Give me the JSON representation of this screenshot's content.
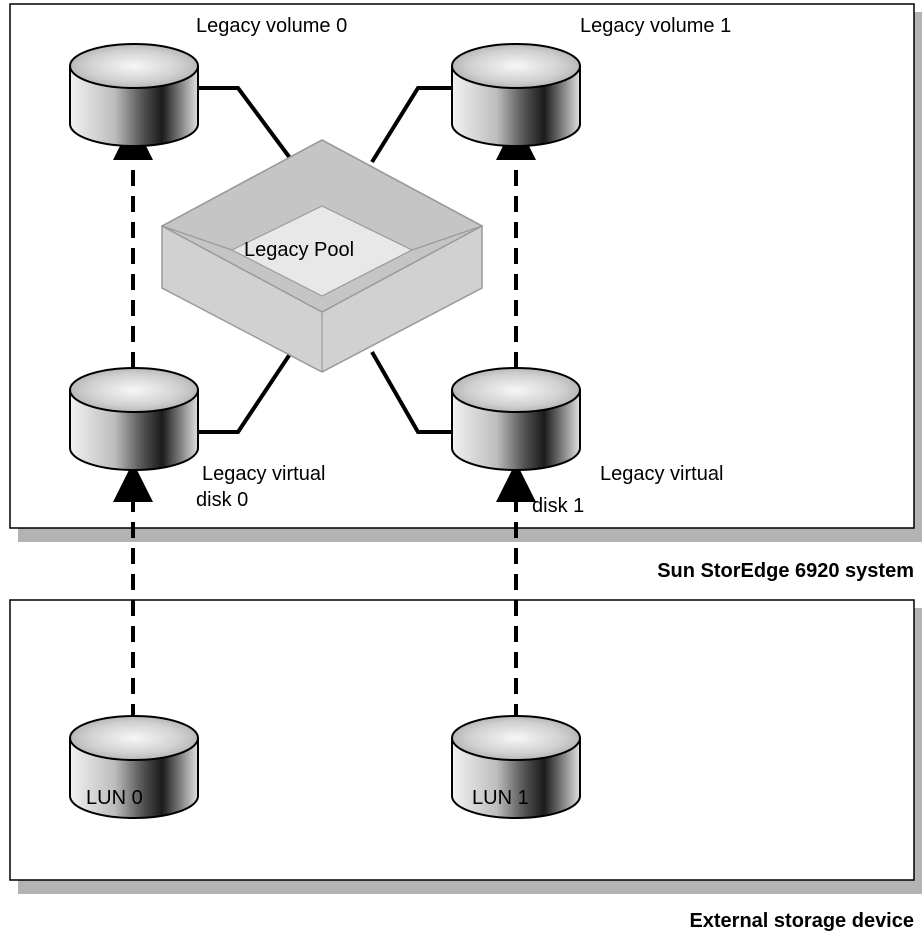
{
  "system_box": {
    "caption": "Sun StorEdge 6920 system"
  },
  "external_box": {
    "caption": "External storage device"
  },
  "pool": {
    "label": "Legacy Pool"
  },
  "volumes": [
    {
      "label": "Legacy volume 0"
    },
    {
      "label": "Legacy volume 1"
    }
  ],
  "virtual_disks": [
    {
      "label_line1": "Legacy virtual",
      "label_line2": "disk 0"
    },
    {
      "label_line1": "Legacy virtual",
      "label_line2": "disk 1"
    }
  ],
  "luns": [
    {
      "label": "LUN 0"
    },
    {
      "label": "LUN 1"
    }
  ],
  "colors": {
    "line": "#000000",
    "box_shadow": "#b3b3b3",
    "pool_fill": "#c9c9c9",
    "pool_top": "#e6e6e6"
  },
  "icons": [
    "disk-cylinder-icon",
    "arrow-up-icon"
  ]
}
